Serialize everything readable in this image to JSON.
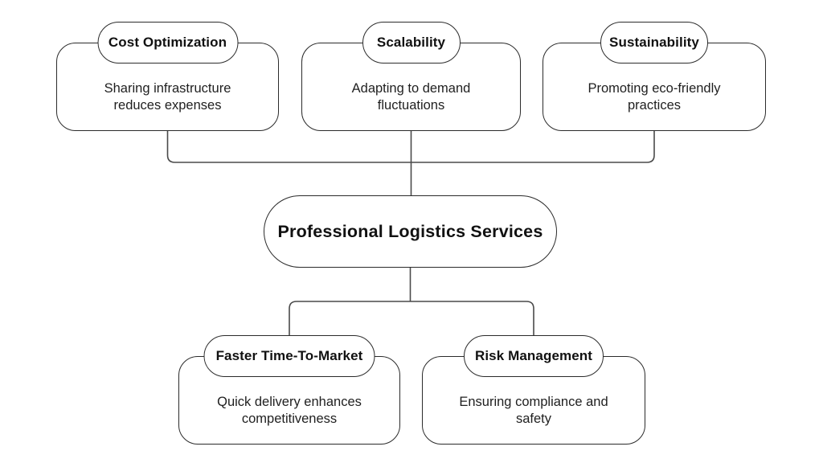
{
  "diagram": {
    "title_center": {
      "label": "Professional Logistics Services"
    },
    "top_nodes": [
      {
        "title": "Cost Optimization",
        "description": "Sharing infrastructure reduces expenses"
      },
      {
        "title": "Scalability",
        "description": "Adapting to demand fluctuations"
      },
      {
        "title": "Sustainability",
        "description": "Promoting eco-friendly practices"
      }
    ],
    "bottom_nodes": [
      {
        "title": "Faster Time-To-Market",
        "description": "Quick delivery enhances competitiveness"
      },
      {
        "title": "Risk Management",
        "description": "Ensuring compliance and safety"
      }
    ],
    "colors": {
      "background": "#ffffff",
      "border": "#2b2b2b",
      "connector": "#4a4a4a",
      "text": "#1f1f1f"
    }
  }
}
